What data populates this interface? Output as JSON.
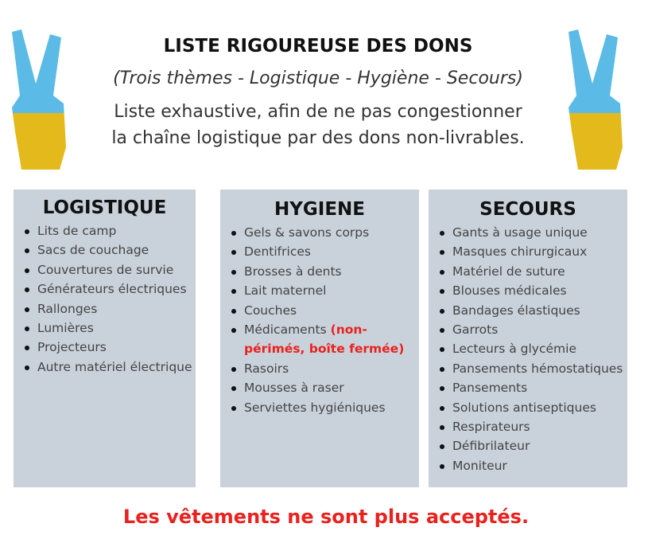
{
  "header": {
    "title": "LISTE RIGOUREUSE DES DONS",
    "subtitle": "(Trois thèmes - Logistique - Hygiène - Secours)",
    "line1": "Liste exhaustive, afin de ne pas congestionner",
    "line2": "la chaîne logistique par des dons non-livrables."
  },
  "colors": {
    "blue": "#5bbbe6",
    "yellow": "#e3b91c",
    "panel": "#c9d1da",
    "red": "#e8231f"
  },
  "icons": [
    "peace-hand-ukraine-icon"
  ],
  "columns": [
    {
      "title": "LOGISTIQUE",
      "items": [
        "Lits de camp",
        "Sacs de couchage",
        "Couvertures de survie",
        "Générateurs électriques",
        "Rallonges",
        "Lumières",
        "Projecteurs",
        "Autre matériel électrique"
      ]
    },
    {
      "title": "HYGIENE",
      "items": [
        "Gels & savons corps",
        "Dentifrices",
        "Brosses à dents",
        "Lait maternel",
        "Couches",
        "Médicaments",
        "Rasoirs",
        "Mousses à raser",
        "Serviettes hygiéniques"
      ],
      "note": "(non-périmés, boîte fermée)"
    },
    {
      "title": "SECOURS",
      "items": [
        "Gants à usage unique",
        "Masques chirurgicaux",
        "Matériel de suture",
        "Blouses médicales",
        "Bandages élastiques",
        "Garrots",
        "Lecteurs à glycémie",
        "Pansements hémostatiques",
        "Pansements",
        "Solutions antiseptiques",
        "Respirateurs",
        "Défibrilateur",
        "Moniteur"
      ]
    }
  ],
  "footer": "Les vêtements ne sont plus acceptés."
}
